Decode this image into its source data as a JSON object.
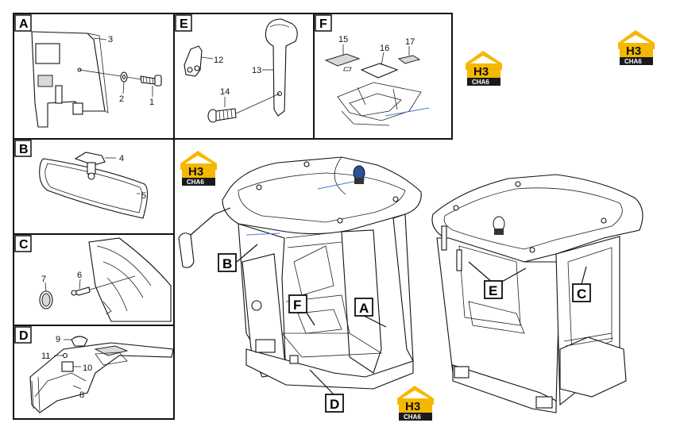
{
  "panels": [
    {
      "letter": "A",
      "parts": [
        "3",
        "2",
        "1"
      ]
    },
    {
      "letter": "B",
      "parts": [
        "4",
        "5"
      ]
    },
    {
      "letter": "C",
      "parts": [
        "7",
        "6"
      ]
    },
    {
      "letter": "D",
      "parts": [
        "9",
        "11",
        "10",
        "8"
      ]
    },
    {
      "letter": "E",
      "parts": [
        "12",
        "13",
        "14"
      ]
    },
    {
      "letter": "F",
      "parts": [
        "15",
        "16",
        "17"
      ]
    }
  ],
  "callouts": {
    "a": "A",
    "b": "B",
    "c": "C",
    "d": "D",
    "e": "E",
    "f": "F"
  },
  "logo": {
    "mark": "H3",
    "sub": "CHA6",
    "accent": "#f5b800",
    "dark": "#1a1a1a"
  }
}
